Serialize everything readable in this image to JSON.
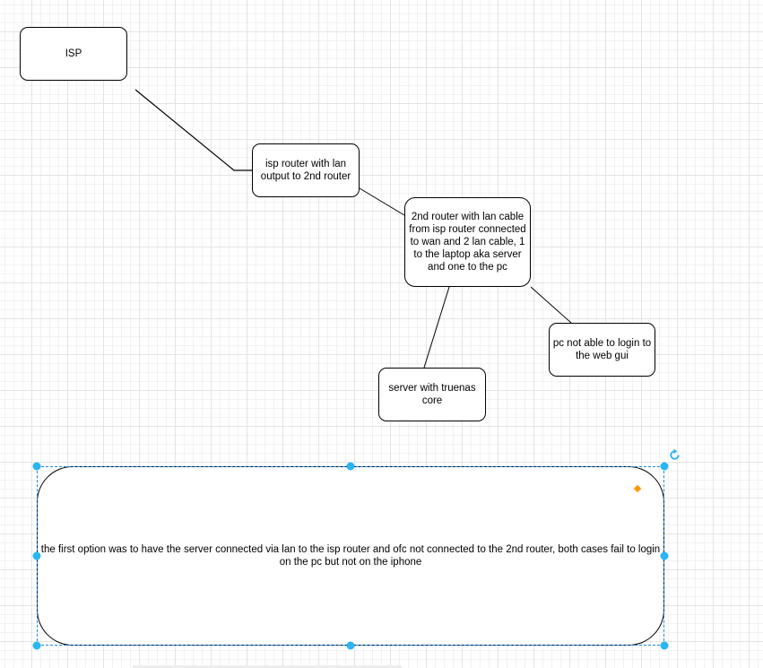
{
  "nodes": {
    "isp": "ISP",
    "isp_router": "isp router with lan output to 2nd router",
    "second_router": "2nd router with lan cable from isp router connected to wan and 2 lan cable, 1 to the laptop aka server and one to the pc",
    "pc": "pc not able to login to the web gui",
    "server": "server with truenas core",
    "note": "the first option was to have the server connected via lan to the isp router and ofc not connected to the 2nd router, both cases fail to login on the pc but not on the iphone"
  },
  "colors": {
    "selection": "#1e88e5",
    "handle": "#29b6f2",
    "rotate_icon": "#29b6f2",
    "corner_handle": "#ff9800",
    "edge": "#000000",
    "grid": "#e4e4e4"
  },
  "icons": {
    "rotate": "rotate-icon"
  }
}
